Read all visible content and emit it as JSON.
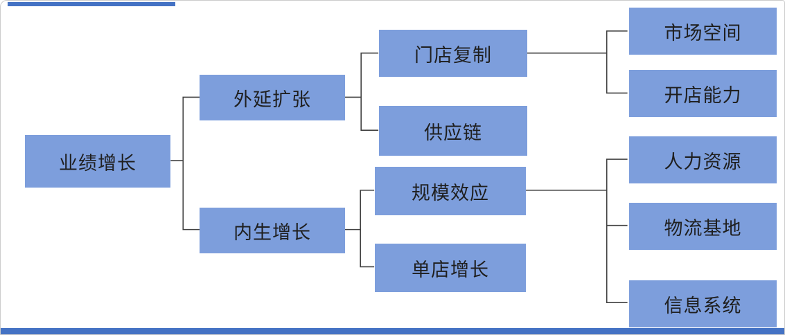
{
  "colors": {
    "node_fill": "#7D9EDC",
    "node_text": "#1f1f1f",
    "connector": "#404040",
    "accent_bar": "#4472C4",
    "background": "#ffffff",
    "border": "#cccccc"
  },
  "nodes": {
    "root": {
      "label": "业绩增长"
    },
    "expand": {
      "label": "外延扩张"
    },
    "organic": {
      "label": "内生增长"
    },
    "store_copy": {
      "label": "门店复制"
    },
    "supply_chain": {
      "label": "供应链"
    },
    "scale_effect": {
      "label": "规模效应"
    },
    "single_store": {
      "label": "单店增长"
    },
    "market_space": {
      "label": "市场空间"
    },
    "open_ability": {
      "label": "开店能力"
    },
    "hr": {
      "label": "人力资源"
    },
    "logistics": {
      "label": "物流基地"
    },
    "info_system": {
      "label": "信息系统"
    }
  },
  "hierarchy": {
    "业绩增长": {
      "外延扩张": {
        "门店复制": [
          "市场空间",
          "开店能力"
        ],
        "供应链": []
      },
      "内生增长": {
        "规模效应": [
          "人力资源",
          "物流基地",
          "信息系统"
        ],
        "单店增长": []
      }
    }
  }
}
